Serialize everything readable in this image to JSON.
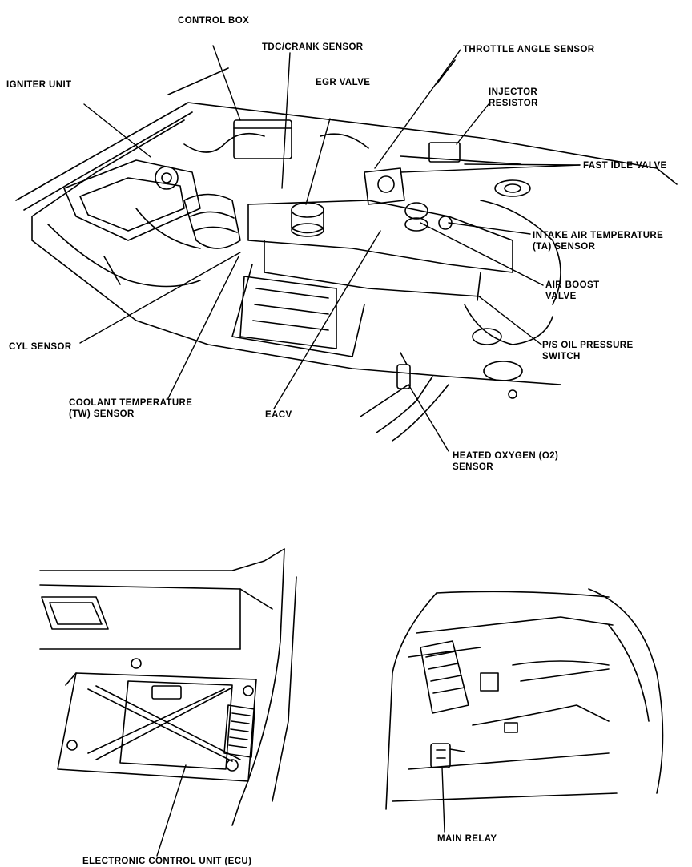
{
  "engine_bay": {
    "labels": {
      "control_box": "CONTROL BOX",
      "tdc_crank_sensor": "TDC/CRANK SENSOR",
      "throttle_angle_sensor": "THROTTLE ANGLE SENSOR",
      "igniter_unit": "IGNITER UNIT",
      "egr_valve": "EGR VALVE",
      "injector_resistor": "INJECTOR\nRESISTOR",
      "fast_idle_valve": "FAST IDLE VALVE",
      "intake_air_temp_sensor": "INTAKE AIR TEMPERATURE\n(TA) SENSOR",
      "air_boost_valve": "AIR BOOST\nVALVE",
      "cyl_sensor": "CYL SENSOR",
      "ps_oil_pressure_switch": "P/S OIL PRESSURE\nSWITCH",
      "coolant_temp_sensor": "COOLANT TEMPERATURE\n(TW) SENSOR",
      "eacv": "EACV",
      "heated_oxygen_sensor": "HEATED OXYGEN (O2)\nSENSOR"
    }
  },
  "ecu_view": {
    "label": "ELECTRONIC CONTROL UNIT (ECU)"
  },
  "relay_view": {
    "label": "MAIN RELAY"
  }
}
